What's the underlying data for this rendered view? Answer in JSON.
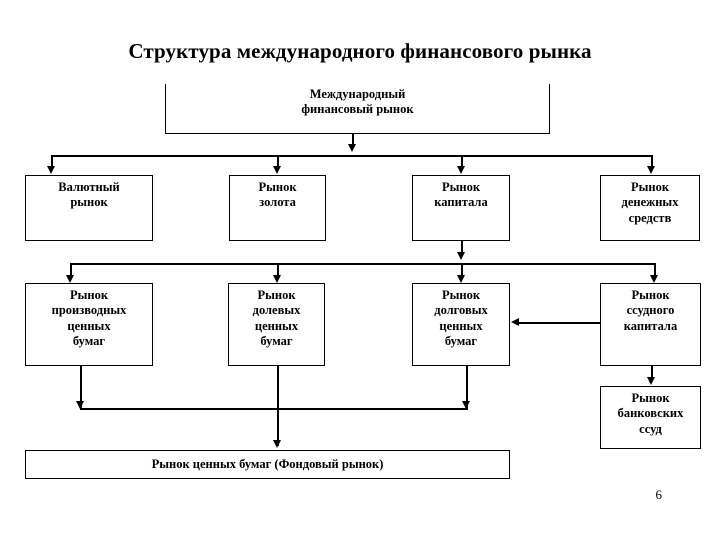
{
  "slide": {
    "title": "Структура международного финансового рынка",
    "page_number": "6",
    "background_color": "#ffffff",
    "line_color": "#000000",
    "text_color": "#000000"
  },
  "diagram": {
    "type": "hierarchy-flowchart",
    "root": {
      "id": "root",
      "lines": [
        "Международный",
        "финансовый рынок"
      ]
    },
    "level2": [
      {
        "id": "currency-market",
        "lines": [
          "Валютный",
          "рынок"
        ]
      },
      {
        "id": "gold-market",
        "lines": [
          "Рынок",
          "золота"
        ]
      },
      {
        "id": "capital-market",
        "lines": [
          "Рынок",
          "капитала"
        ]
      },
      {
        "id": "money-market",
        "lines": [
          "Рынок",
          "денежных",
          "средств"
        ]
      }
    ],
    "level3": [
      {
        "id": "derivatives-market",
        "lines": [
          "Рынок",
          "производных",
          "ценных",
          "бумаг"
        ]
      },
      {
        "id": "equity-market",
        "lines": [
          "Рынок",
          "долевых",
          "ценных",
          "бумаг"
        ]
      },
      {
        "id": "debt-market",
        "lines": [
          "Рынок",
          "долговых",
          "ценных",
          "бумаг"
        ]
      },
      {
        "id": "loan-capital-market",
        "lines": [
          "Рынок",
          "ссудного",
          "капитала"
        ]
      }
    ],
    "level4": [
      {
        "id": "bank-loans-market",
        "lines": [
          "Рынок",
          "банковских",
          "ссуд"
        ]
      }
    ],
    "footer_node": {
      "id": "securities-market",
      "label": "Рынок ценных бумаг (Фондовый рынок)"
    }
  }
}
